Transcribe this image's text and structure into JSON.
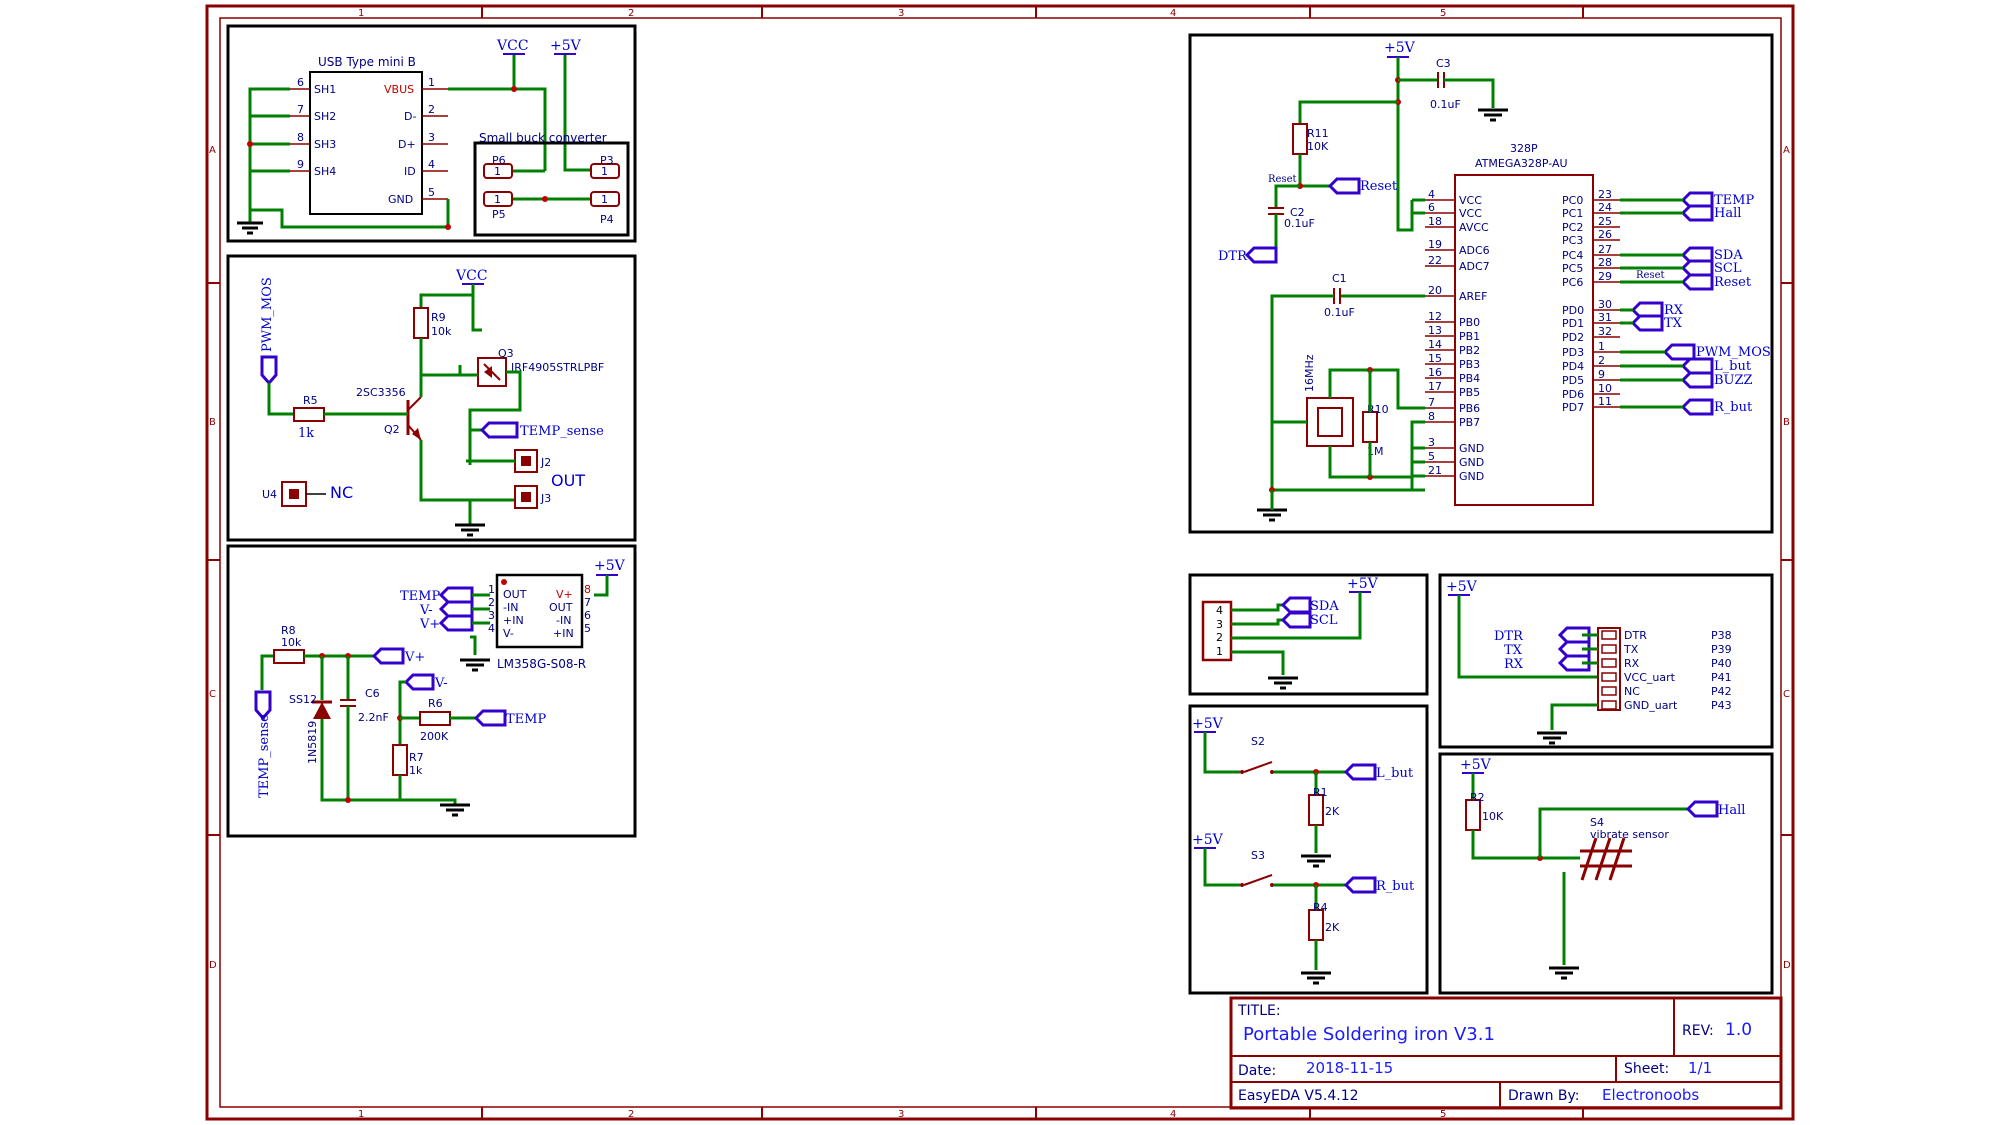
{
  "title_block": {
    "title_label": "TITLE:",
    "title": "Portable Soldering iron V3.1",
    "rev_label": "REV:",
    "rev": "1.0",
    "date_label": "Date:",
    "date": "2018-11-15",
    "sheet_label": "Sheet:",
    "sheet": "1/1",
    "tool": "EasyEDA V5.4.12",
    "drawn_label": "Drawn By:",
    "drawn_by": "Electronoobs"
  },
  "frame": {
    "columns": [
      "1",
      "2",
      "3",
      "4",
      "5"
    ],
    "rows": [
      "A",
      "B",
      "C",
      "D"
    ]
  },
  "usb": {
    "title": "USB Type mini B",
    "pins_left": [
      "SH1",
      "SH2",
      "SH3",
      "SH4"
    ],
    "pin_nums_left": [
      "6",
      "7",
      "8",
      "9"
    ],
    "pins_right": [
      "VBUS",
      "D-",
      "D+",
      "ID",
      "GND"
    ],
    "pin_nums_right": [
      "1",
      "2",
      "3",
      "4",
      "5"
    ],
    "vcc": "VCC",
    "v5": "+5V",
    "buck_title": "Small buck converter",
    "buck_parts": [
      "P6",
      "P3",
      "P5",
      "P4"
    ],
    "pad_num": "1"
  },
  "driver": {
    "vcc": "VCC",
    "pwm": "PWM_MOS",
    "r5": "R5",
    "r5_val": "1k",
    "r9": "R9",
    "r9_val": "10k",
    "q3": "Q3",
    "q3_part": "IRF4905STRLPBF",
    "q2": "Q2",
    "q2_part": "2SC3356",
    "temp_sense": "TEMP_sense",
    "j2": "J2",
    "j3": "J3",
    "out": "OUT",
    "u4": "U4",
    "nc": "NC"
  },
  "amp": {
    "v5": "+5V",
    "ic": "LM358G-S08-R",
    "left_pins": [
      "OUT",
      "-IN",
      "+IN",
      "V-"
    ],
    "left_nums": [
      "1",
      "2",
      "3",
      "4"
    ],
    "right_pins": [
      "V+",
      "OUT",
      "-IN",
      "+IN"
    ],
    "right_nums": [
      "8",
      "7",
      "6",
      "5"
    ],
    "flags": [
      "TEMP",
      "V-",
      "V+"
    ],
    "r8": "R8",
    "r8_val": "10k",
    "vplus": "V+",
    "vminus": "V-",
    "ss12": "SS12",
    "diode": "1N5819",
    "c6": "C6",
    "c6_val": "2.2nF",
    "r6": "R6",
    "r6_val": "200K",
    "r7": "R7",
    "r7_val": "1k",
    "temp": "TEMP",
    "temp_sense": "TEMP_sense"
  },
  "mcu": {
    "v5": "+5V",
    "c3": "C3",
    "c3_val": "0.1uF",
    "r11": "R11",
    "r11_val": "10K",
    "reset_small": "Reset",
    "reset": "Reset",
    "c2": "C2",
    "c2_val": "0.1uF",
    "dtr": "DTR",
    "c1": "C1",
    "c1_val": "0.1uF",
    "crystal": "16MHz",
    "r10": "R10",
    "r10_val": "1M",
    "name": "328P",
    "part": "ATMEGA328P-AU",
    "left_pins": [
      "VCC",
      "VCC",
      "AVCC",
      "ADC6",
      "ADC7",
      "AREF",
      "PB0",
      "PB1",
      "PB2",
      "PB3",
      "PB4",
      "PB5",
      "PB6",
      "PB7",
      "GND",
      "GND",
      "GND"
    ],
    "left_nums": [
      "4",
      "6",
      "18",
      "19",
      "22",
      "20",
      "12",
      "13",
      "14",
      "15",
      "16",
      "17",
      "7",
      "8",
      "3",
      "5",
      "21"
    ],
    "right_pins": [
      "PC0",
      "PC1",
      "PC2",
      "PC3",
      "PC4",
      "PC5",
      "PC6",
      "PD0",
      "PD1",
      "PD2",
      "PD3",
      "PD4",
      "PD5",
      "PD6",
      "PD7"
    ],
    "right_nums": [
      "23",
      "24",
      "25",
      "26",
      "27",
      "28",
      "29",
      "30",
      "31",
      "32",
      "1",
      "2",
      "9",
      "10",
      "11"
    ],
    "reset_small2": "Reset",
    "flags": [
      "TEMP",
      "Hall",
      "SDA",
      "SCL",
      "Reset",
      "RX",
      "TX",
      "PWM_MOS",
      "L_but",
      "BUZZ",
      "R_but"
    ]
  },
  "oled": {
    "v5": "+5V",
    "pins": [
      "4",
      "3",
      "2",
      "1"
    ],
    "flags": [
      "SDA",
      "SCL"
    ]
  },
  "uart": {
    "v5": "+5V",
    "flags": [
      "DTR",
      "TX",
      "RX"
    ],
    "pins": [
      "DTR",
      "TX",
      "RX",
      "VCC_uart",
      "NC",
      "GND_uart"
    ],
    "parts": [
      "P38",
      "P39",
      "P40",
      "P41",
      "P42",
      "P43"
    ]
  },
  "buttons": {
    "v5a": "+5V",
    "s2": "S2",
    "r1": "R1",
    "r1_val": "2K",
    "lbut": "L_but",
    "v5b": "+5V",
    "s3": "S3",
    "r4": "R4",
    "r4_val": "2K",
    "rbut": "R_but"
  },
  "vib": {
    "v5": "+5V",
    "r2": "R2",
    "r2_val": "10K",
    "s4": "S4",
    "s4_desc": "vibrate sensor",
    "hall": "Hall"
  }
}
